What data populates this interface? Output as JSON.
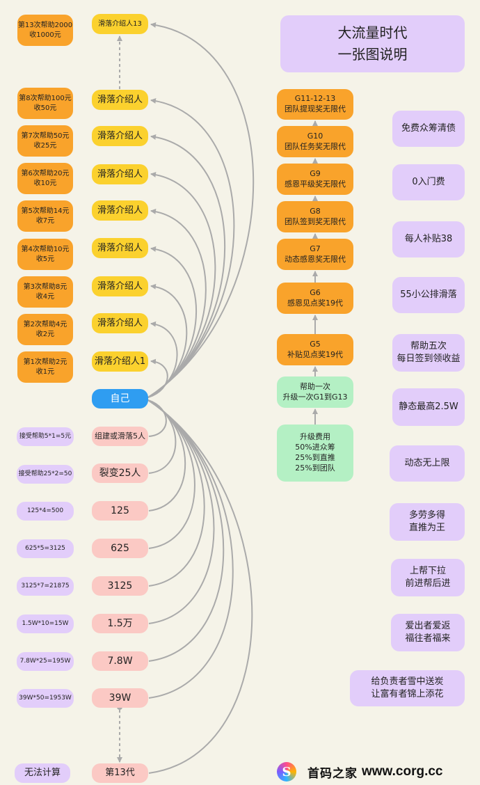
{
  "title": "大流量时代\n一张图说明",
  "left_income": [
    "第13次帮助2000\n收1000元",
    "第8次帮助100元\n收50元",
    "第7次帮助50元\n收25元",
    "第6次帮助20元\n收10元",
    "第5次帮助14元\n收7元",
    "第4次帮助10元\n收5元",
    "第3次帮助8元\n收4元",
    "第2次帮助4元\n收2元",
    "第1次帮助2元\n收1元"
  ],
  "referrers": [
    "滑落介绍人13",
    "滑落介绍人",
    "滑落介绍人",
    "滑落介绍人",
    "滑落介绍人",
    "滑落介绍人",
    "滑落介绍人",
    "滑落介绍人",
    "滑落介绍人1"
  ],
  "self": "自己",
  "downline": [
    "组建或滑落5人",
    "裂变25人",
    "125",
    "625",
    "3125",
    "1.5万",
    "7.8W",
    "39W",
    "第13代"
  ],
  "downline_calc": [
    "接受帮助5*1=5元",
    "接受帮助25*2=50",
    "125*4=500",
    "625*5=3125",
    "3125*7=21875",
    "1.5W*10=15W",
    "7.8W*25=195W",
    "39W*50=1953W",
    "无法计算"
  ],
  "levels": [
    "G11-12-13\n团队提现奖无限代",
    "G10\n团队任务奖无限代",
    "G9\n感恩平级奖无限代",
    "G8\n团队签到奖无限代",
    "G7\n动态感恩奖无限代",
    "G6\n感恩见点奖19代",
    "G5\n补贴见点奖19代"
  ],
  "upgrade_once": "帮助一次\n升级一次G1到G13",
  "upgrade_fee": "升级费用\n50%进众筹\n25%到直推\n25%到团队",
  "features": [
    "免费众筹清债",
    "0入门费",
    "每人补贴38",
    "55小公排滑落",
    "帮助五次\n每日签到领收益",
    "静态最高2.5W",
    "动态无上限",
    "多劳多得\n直推为王",
    "上帮下拉\n前进帮后进",
    "爱出者爱返\n福往者福来",
    "给负责者雪中送炭\n让富有者锦上添花"
  ],
  "watermark": {
    "logo": "S",
    "name": "首码之家",
    "url": "www.corg.cc"
  },
  "colors": {
    "background": "#f5f3e8",
    "orange": "#f9a32b",
    "yellow": "#fbd12e",
    "blue": "#2f9df1",
    "pink": "#fbc9c4",
    "lilac": "#e2cdfa",
    "mint": "#b4f0c4",
    "line": "#aaaaaa"
  }
}
